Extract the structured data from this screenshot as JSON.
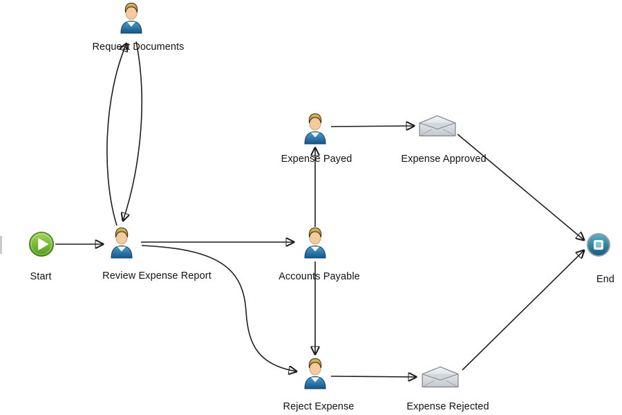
{
  "diagram": {
    "kind": "workflow-process-diagram",
    "nodes": {
      "start": {
        "label": "Start",
        "type": "start-event"
      },
      "request_documents": {
        "label": "Request Documents",
        "type": "user-task"
      },
      "review_expense_report": {
        "label": "Review Expense Report",
        "type": "user-task"
      },
      "accounts_payable": {
        "label": "Accounts Payable",
        "type": "user-task"
      },
      "expense_payed": {
        "label": "Expense Payed",
        "type": "user-task"
      },
      "expense_approved": {
        "label": "Expense Approved",
        "type": "message-event"
      },
      "reject_expense": {
        "label": "Reject Expense",
        "type": "user-task"
      },
      "expense_rejected": {
        "label": "Expense Rejected",
        "type": "message-event"
      },
      "end": {
        "label": "End",
        "type": "end-event"
      }
    },
    "edges": [
      {
        "from": "Start",
        "to": "Review Expense Report"
      },
      {
        "from": "Review Expense Report",
        "to": "Request Documents"
      },
      {
        "from": "Request Documents",
        "to": "Review Expense Report"
      },
      {
        "from": "Review Expense Report",
        "to": "Accounts Payable"
      },
      {
        "from": "Review Expense Report",
        "to": "Reject Expense"
      },
      {
        "from": "Accounts Payable",
        "to": "Expense Payed"
      },
      {
        "from": "Accounts Payable",
        "to": "Reject Expense"
      },
      {
        "from": "Expense Payed",
        "to": "Expense Approved"
      },
      {
        "from": "Expense Approved",
        "to": "End"
      },
      {
        "from": "Reject Expense",
        "to": "Expense Rejected"
      },
      {
        "from": "Expense Rejected",
        "to": "End"
      }
    ],
    "colors": {
      "background": "#ffffff",
      "start_green": "#5fb324",
      "end_teal": "#1d7f9e",
      "person_blue": "#1f6fad",
      "envelope_gray": "#d9dde1",
      "edge_black": "#1c1c1c"
    }
  }
}
